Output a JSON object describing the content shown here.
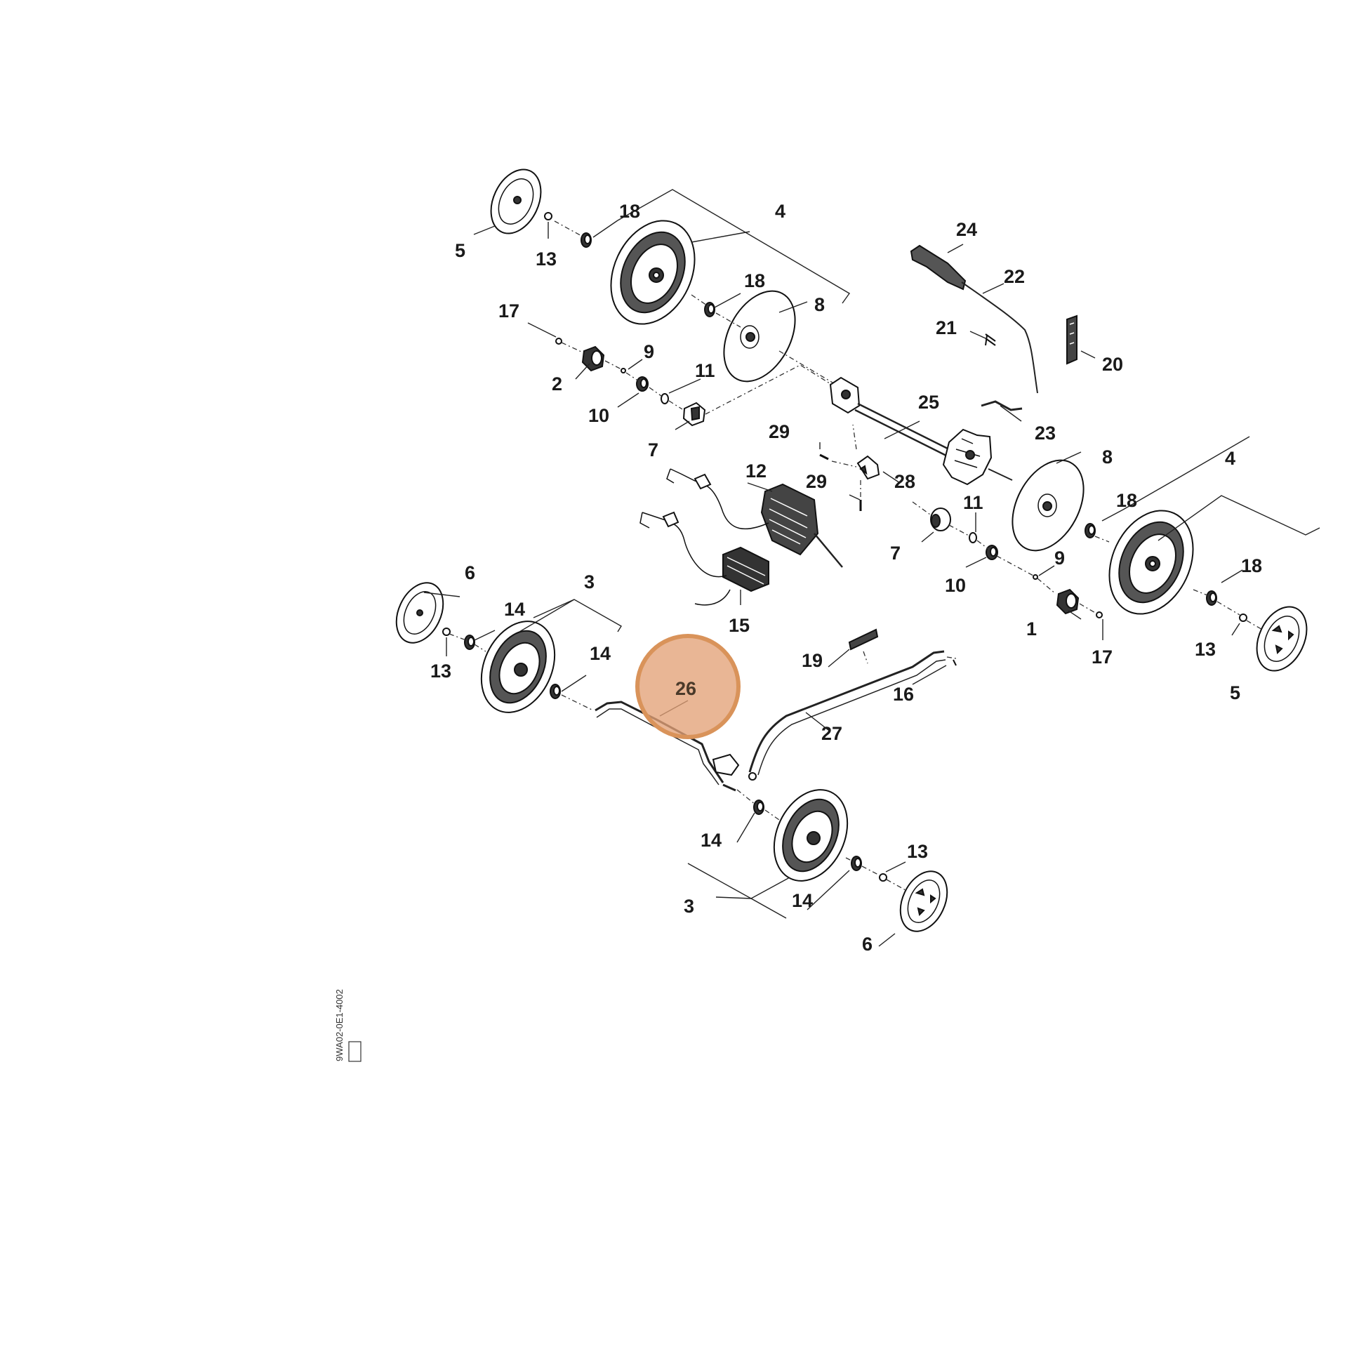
{
  "diagram": {
    "highlight": {
      "label": "26",
      "color": "#d9935a"
    },
    "labels": [
      "1",
      "2",
      "3",
      "4",
      "5",
      "6",
      "7",
      "8",
      "9",
      "10",
      "11",
      "12",
      "13",
      "14",
      "15",
      "16",
      "17",
      "18",
      "19",
      "20",
      "21",
      "22",
      "23",
      "24",
      "25",
      "26",
      "27",
      "28",
      "29"
    ],
    "side_code": "9WA02-0E1-4002"
  }
}
